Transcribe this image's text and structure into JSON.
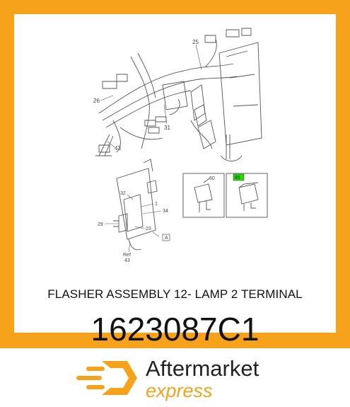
{
  "product": {
    "title": "FLASHER ASSEMBLY 12- LAMP 2 TERMINAL",
    "part_number": "1623087C1"
  },
  "diagram": {
    "callouts": [
      "25",
      "26",
      "31",
      "43",
      "60",
      "32",
      "1",
      "34",
      "29",
      "23",
      "A",
      "Ref",
      "43"
    ],
    "highlight_callout": "85",
    "highlight_color": "#22e000"
  },
  "brand": {
    "line1": "Aftermarket",
    "line2": "express",
    "accent_color": "#f7a21b"
  }
}
